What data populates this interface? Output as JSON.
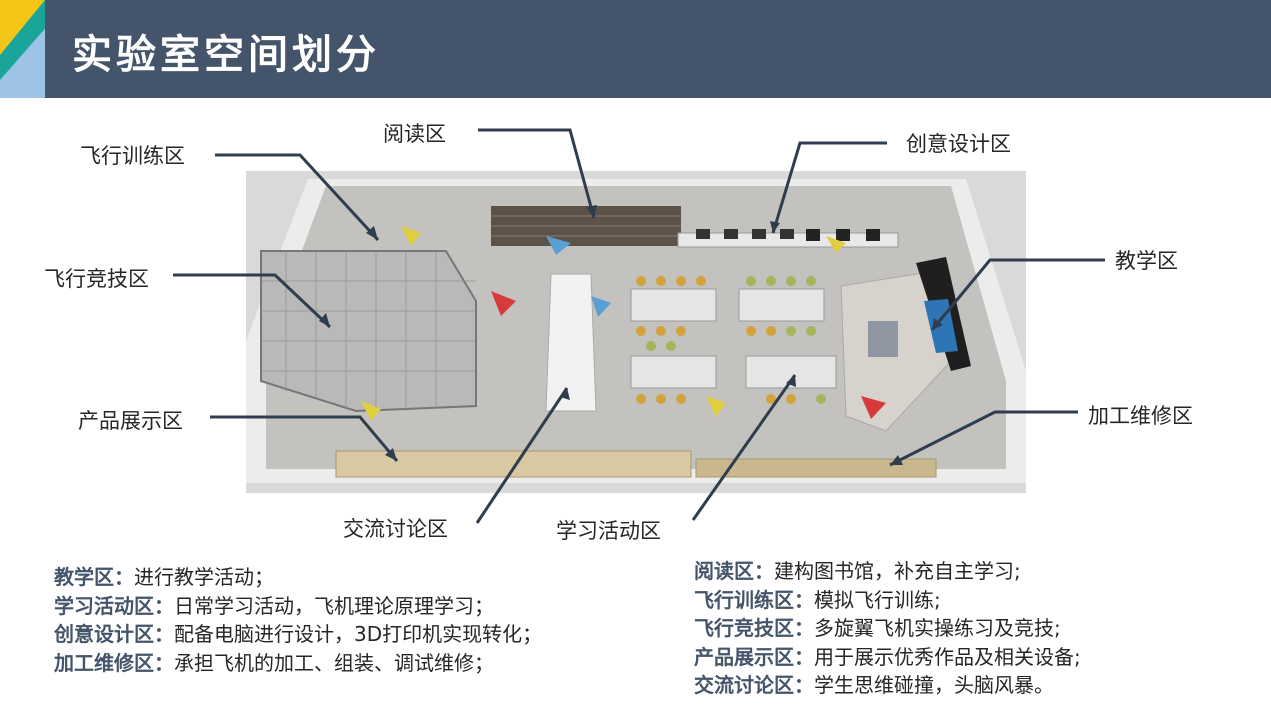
{
  "header": {
    "title": "实验室空间划分",
    "accent_colors": {
      "bar": "#44546a",
      "yellow": "#f5c518",
      "teal": "#1aa59a",
      "light_blue": "#9dc3e6"
    }
  },
  "zones": {
    "flight_training": "飞行训练区",
    "reading": "阅读区",
    "creative_design": "创意设计区",
    "flight_competition": "飞行竞技区",
    "teaching": "教学区",
    "product_display": "产品展示区",
    "maintenance": "加工维修区",
    "discussion": "交流讨论区",
    "study_activity": "学习活动区"
  },
  "descriptions_left": [
    {
      "key": "教学区",
      "text": "进行教学活动；"
    },
    {
      "key": "学习活动区",
      "text": "日常学习活动，飞机理论原理学习；"
    },
    {
      "key": "创意设计区",
      "text": "配备电脑进行设计，3D打印机实现转化；"
    },
    {
      "key": "加工维修区",
      "text": "承担飞机的加工、组装、调试维修；"
    }
  ],
  "descriptions_right": [
    {
      "key": "阅读区",
      "text": "建构图书馆，补充自主学习;"
    },
    {
      "key": "飞行训练区",
      "text": "模拟飞行训练;"
    },
    {
      "key": "飞行竞技区",
      "text": "多旋翼飞机实操练习及竞技;"
    },
    {
      "key": "产品展示区",
      "text": "用于展示优秀作品及相关设备;"
    },
    {
      "key": "交流讨论区",
      "text": "学生思维碰撞，头脑风暴。"
    }
  ],
  "colon": "："
}
